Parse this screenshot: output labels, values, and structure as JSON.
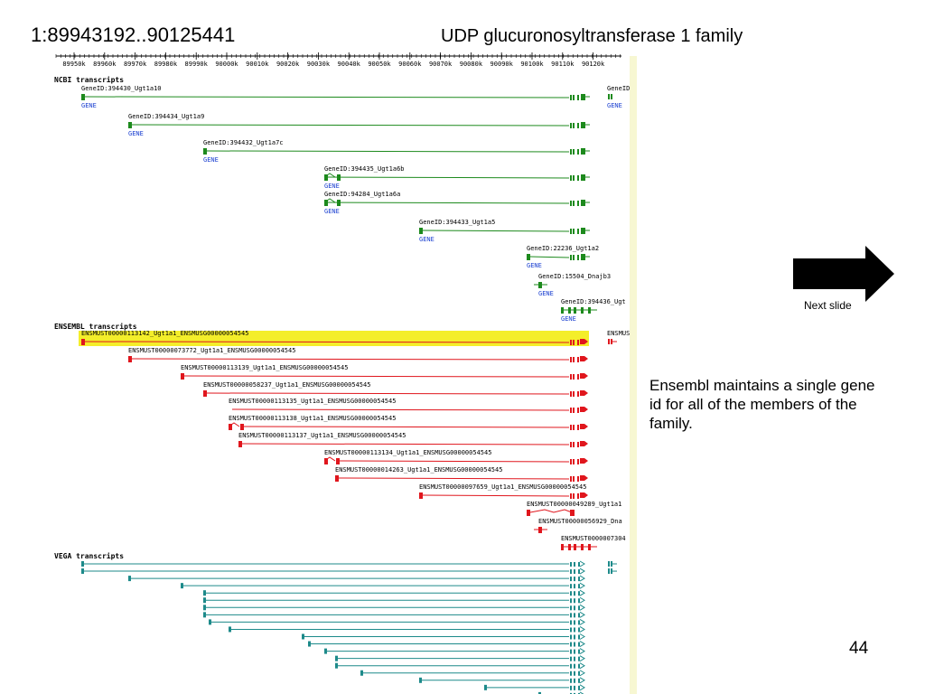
{
  "slide": {
    "coordinates": "1:89943192..90125441",
    "title": "UDP glucuronosyltransferase 1 family",
    "next_label": "Next slide",
    "note": "Ensembl maintains a single gene id for all  of the members of the family.",
    "page_number": "44"
  },
  "ruler": {
    "ticks": [
      "89950k",
      "89960k",
      "89970k",
      "89980k",
      "89990k",
      "90000k",
      "90010k",
      "90020k",
      "90030k",
      "90040k",
      "90050k",
      "90060k",
      "90070k",
      "90080k",
      "90090k",
      "90100k",
      "90110k",
      "90120k"
    ]
  },
  "ncbi": {
    "header": "NCBI transcripts",
    "gene_tag": "GENE",
    "right_label": "GeneID",
    "items": [
      {
        "label": "GeneID:394430_Ugt1a10"
      },
      {
        "label": "GeneID:394434_Ugt1a9"
      },
      {
        "label": "GeneID:394432_Ugt1a7c"
      },
      {
        "label": "GeneID:394435_Ugt1a6b"
      },
      {
        "label": "GeneID:94284_Ugt1a6a"
      },
      {
        "label": "GeneID:394433_Ugt1a5"
      },
      {
        "label": "GeneID:22236_Ugt1a2"
      },
      {
        "label": "GeneID:15504_Dnajb3"
      },
      {
        "label": "GeneID:394436_Ugt"
      }
    ]
  },
  "ensembl": {
    "header": "ENSEMBL transcripts",
    "right_label": "ENSMUS",
    "items": [
      {
        "label": "ENSMUST00000113142_Ugt1a1_ENSMUSG00000054545"
      },
      {
        "label": "ENSMUST00000073772_Ugt1a1_ENSMUSG00000054545"
      },
      {
        "label": "ENSMUST00000113139_Ugt1a1_ENSMUSG00000054545"
      },
      {
        "label": "ENSMUST00000058237_Ugt1a1_ENSMUSG00000054545"
      },
      {
        "label": "ENSMUST00000113135_Ugt1a1_ENSMUSG00000054545"
      },
      {
        "label": "ENSMUST00000113138_Ugt1a1_ENSMUSG00000054545"
      },
      {
        "label": "ENSMUST00000113137_Ugt1a1_ENSMUSG00000054545"
      },
      {
        "label": "ENSMUST00000113134_Ugt1a1_ENSMUSG00000054545"
      },
      {
        "label": "ENSMUST00000014263_Ugt1a1_ENSMUSG00000054545"
      },
      {
        "label": "ENSMUST00000097659_Ugt1a1_ENSMUSG00000054545"
      },
      {
        "label": "ENSMUST00000049289_Ugt1a1"
      },
      {
        "label": "ENSMUST00000056929_Dna"
      },
      {
        "label": "ENSMUST0000007304"
      }
    ]
  },
  "vega": {
    "header": "VEGA transcripts"
  },
  "colors": {
    "ncbi": "#1d8a1d",
    "gene_link": "#1a3fd0",
    "ensembl": "#e0161d",
    "highlight": "#f4ee2a",
    "vega": "#1d8a8a",
    "strip": "#f7f7d2"
  }
}
